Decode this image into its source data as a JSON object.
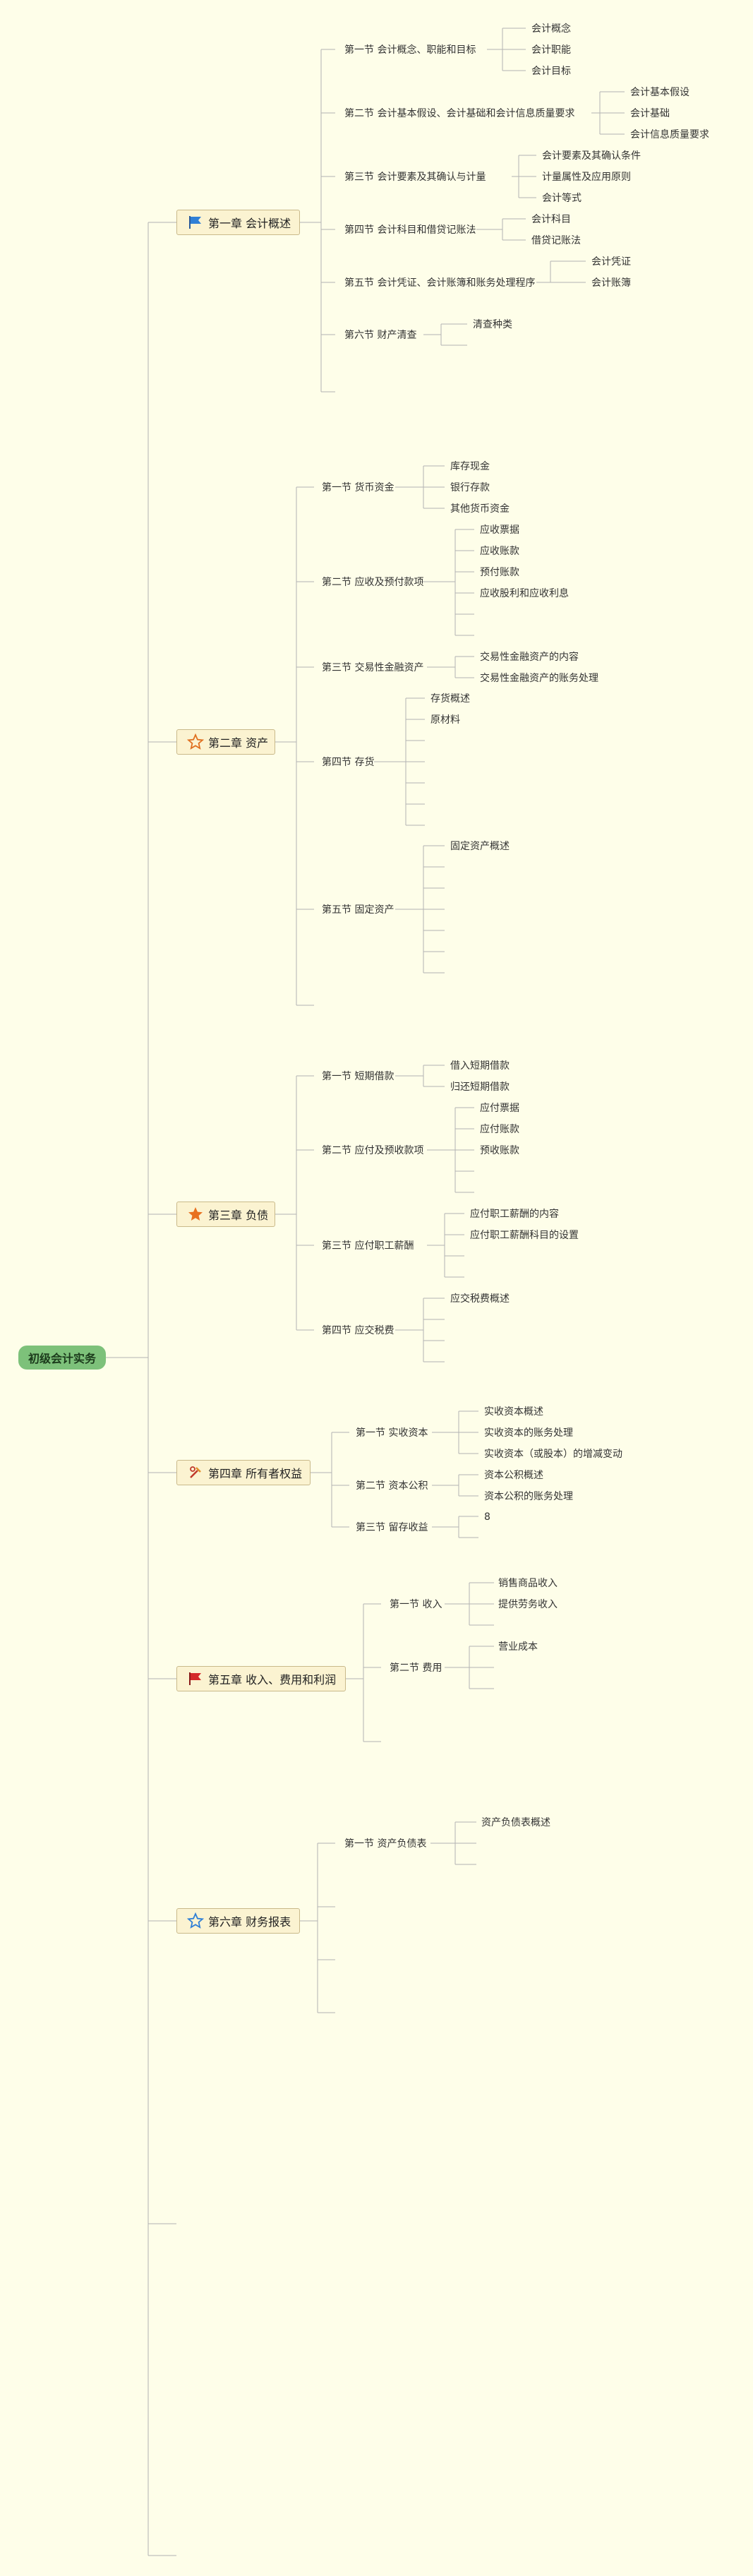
{
  "root": "初级会计实务",
  "colors": {
    "line": "#b3b3b3",
    "root_bg": "#7dc17a",
    "chapter_bg": "#fbf3d1"
  },
  "chapters": [
    {
      "label": "第一章 会计概述",
      "icon": "blue-flag-icon",
      "sections": [
        {
          "label": "第一节 会计概念、职能和目标",
          "items": [
            "会计概念",
            "会计职能",
            "会计目标"
          ]
        },
        {
          "label": "第二节 会计基本假设、会计基础和会计信息质量要求",
          "items": [
            "会计基本假设",
            "会计基础",
            "会计信息质量要求"
          ]
        },
        {
          "label": "第三节 会计要素及其确认与计量",
          "items": [
            "会计要素及其确认条件",
            "计量属性及应用原则",
            "会计等式"
          ]
        },
        {
          "label": "第四节 会计科目和借贷记账法",
          "items": [
            "会计科目",
            "借贷记账法"
          ]
        },
        {
          "label": "第五节 会计凭证、会计账簿和账务处理程序",
          "items": [
            "会计凭证",
            "会计账簿"
          ]
        },
        {
          "label": "第六节 财产清查",
          "items": [
            "清查种类"
          ]
        }
      ]
    },
    {
      "label": "第二章 资产",
      "icon": "orange-star-outline-icon",
      "sections": [
        {
          "label": "第一节 货币资金",
          "items": [
            "库存现金",
            "银行存款",
            "其他货币资金"
          ]
        },
        {
          "label": "第二节 应收及预付款项",
          "items": [
            "应收票据",
            "应收账款",
            "预付账款",
            "应收股利和应收利息"
          ]
        },
        {
          "label": "第三节 交易性金融资产",
          "items": [
            "交易性金融资产的内容",
            "交易性金融资产的账务处理"
          ]
        },
        {
          "label": "第四节 存货",
          "items": [
            "存货概述",
            "原材料"
          ]
        },
        {
          "label": "第五节 固定资产",
          "items": [
            "固定资产概述"
          ]
        }
      ]
    },
    {
      "label": "第三章 负债",
      "icon": "orange-star-icon",
      "sections": [
        {
          "label": "第一节 短期借款",
          "items": [
            "借入短期借款",
            "归还短期借款"
          ]
        },
        {
          "label": "第二节 应付及预收款项",
          "items": [
            "应付票据",
            "应付账款",
            "预收账款"
          ]
        },
        {
          "label": "第三节 应付职工薪酬",
          "items": [
            "应付职工薪酬的内容",
            "应付职工薪酬科目的设置"
          ]
        },
        {
          "label": "第四节 应交税费",
          "items": [
            "应交税费概述"
          ]
        }
      ]
    },
    {
      "label": "第四章 所有者权益",
      "icon": "tools-icon",
      "sections": [
        {
          "label": "第一节 实收资本",
          "items": [
            "实收资本概述",
            "实收资本的账务处理",
            "实收资本（或股本）的增减变动"
          ]
        },
        {
          "label": "第二节 资本公积",
          "items": [
            "资本公积概述",
            "资本公积的账务处理"
          ]
        },
        {
          "label": "第三节 留存收益",
          "items": [
            "8"
          ]
        }
      ]
    },
    {
      "label": "第五章 收入、费用和利润",
      "icon": "red-flag-icon",
      "sections": [
        {
          "label": "第一节 收入",
          "items": [
            "销售商品收入",
            "提供劳务收入"
          ]
        },
        {
          "label": "第二节 费用",
          "items": [
            "营业成本"
          ]
        }
      ]
    },
    {
      "label": "第六章 财务报表",
      "icon": "blue-star-outline-icon",
      "sections": [
        {
          "label": "第一节 资产负债表",
          "items": [
            "资产负债表概述"
          ]
        }
      ]
    }
  ]
}
